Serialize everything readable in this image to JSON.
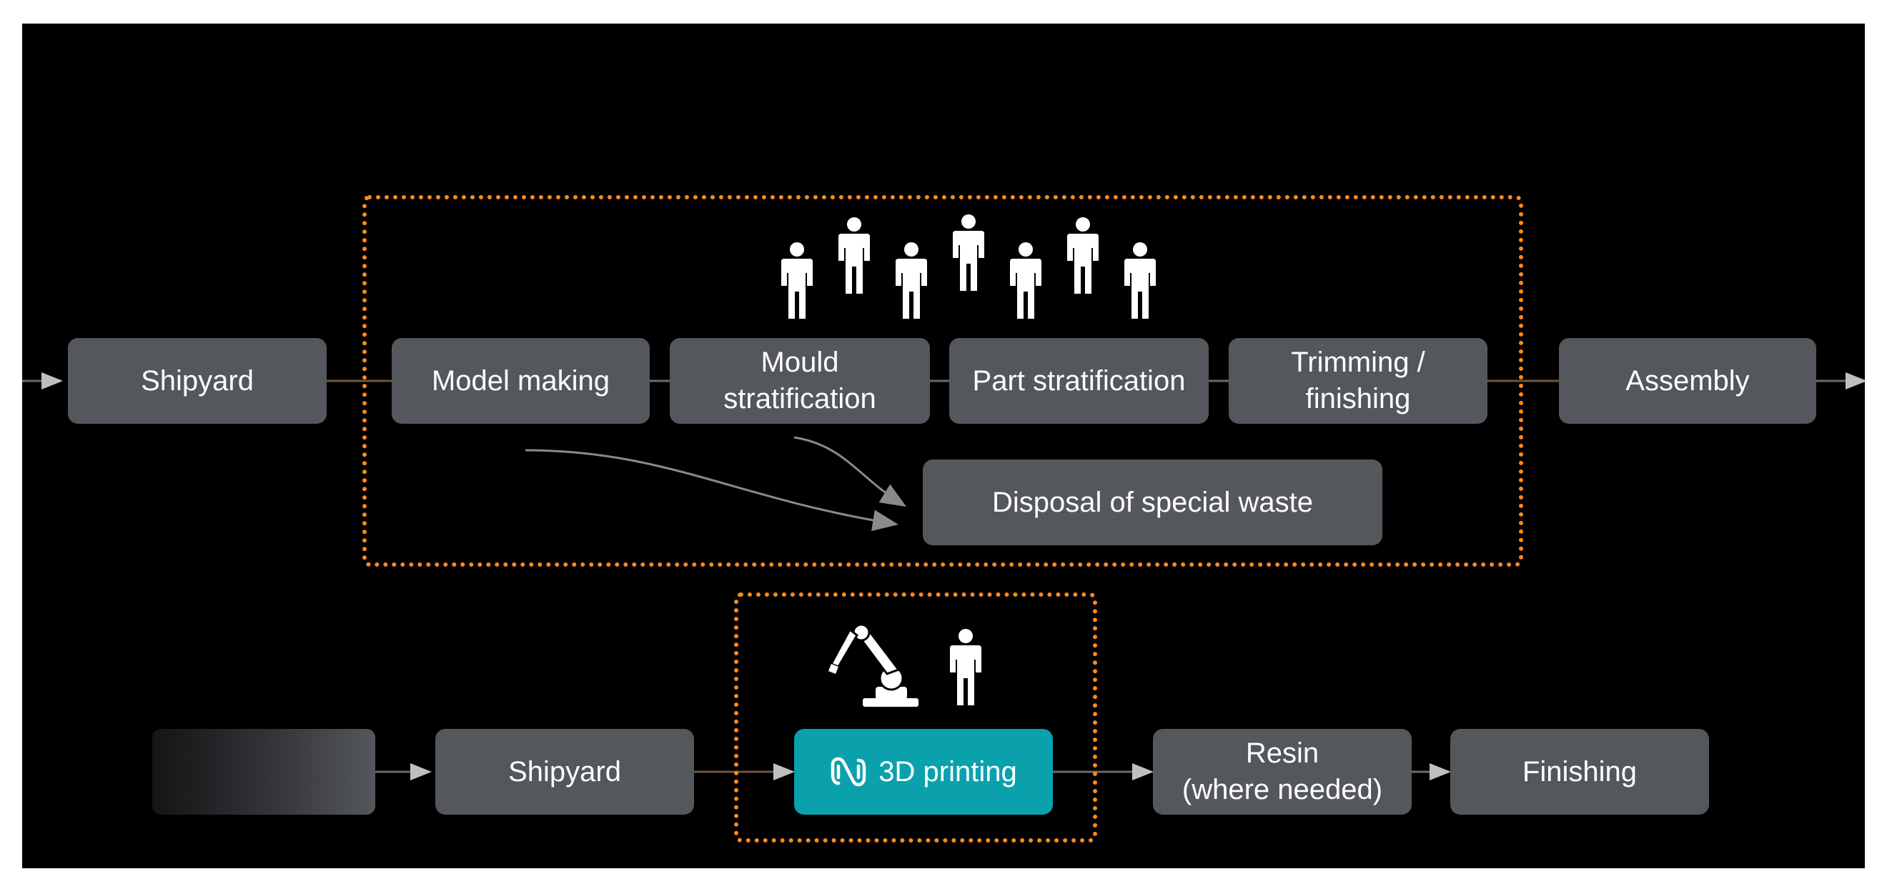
{
  "current_process": {
    "shipyard": "Shipyard",
    "model_making": "Model making",
    "mould_stratification": [
      "Mould",
      "stratification"
    ],
    "part_stratification": "Part stratification",
    "trimming_finishing": [
      "Trimming /",
      "finishing"
    ],
    "assembly": "Assembly",
    "disposal": "Disposal of special waste",
    "workers_count": 7
  },
  "new_process": {
    "shipyard": "Shipyard",
    "printing": "3D printing",
    "resin": [
      "Resin",
      "(where needed)"
    ],
    "finishing": "Finishing",
    "workers_count": 1
  },
  "colors": {
    "background": "#000000",
    "box": "#54575b",
    "highlight": "#0aa1ad",
    "outline": "#ff8a1c",
    "text": "#ffffff"
  },
  "icons": [
    "person-icon",
    "robot-arm-icon",
    "brand-logo-icon"
  ]
}
